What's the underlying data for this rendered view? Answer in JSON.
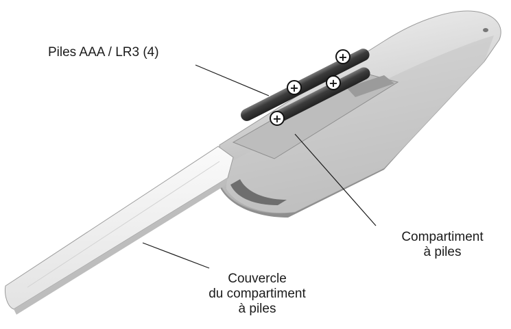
{
  "labels": {
    "batteries": "Piles AAA / LR3 (4)",
    "compartment_line1": "Compartiment",
    "compartment_line2": "à piles",
    "cover_line1": "Couvercle",
    "cover_line2": "du compartiment",
    "cover_line3": "à piles"
  },
  "icons": {
    "battery_polarity": "+"
  },
  "colors": {
    "remote_body": "#dcdcdc",
    "remote_shadow": "#9a9a9a",
    "battery": "#4a4a4a",
    "cover": "#f0f0f0",
    "text": "#1a1a1a"
  }
}
